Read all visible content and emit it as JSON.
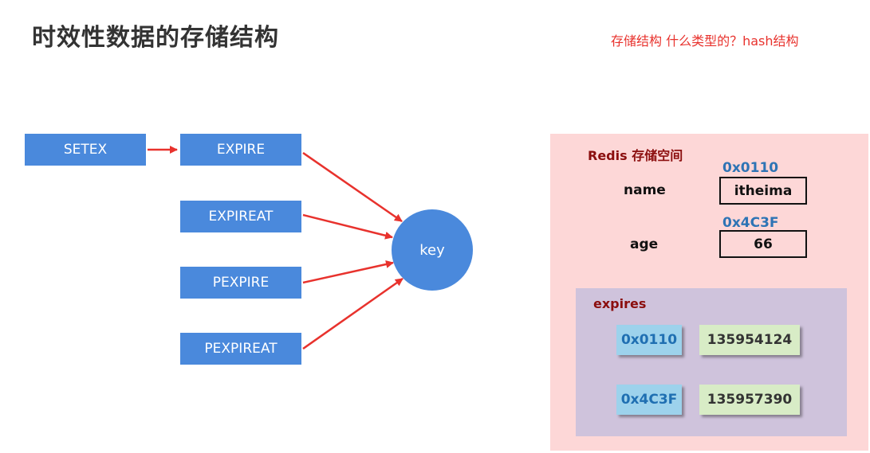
{
  "title": "时效性数据的存储结构",
  "note": "存储结构  什么类型的？hash结构",
  "commands": {
    "setex": "SETEX",
    "expire": "EXPIRE",
    "expireat": "EXPIREAT",
    "pexpire": "PEXPIRE",
    "pexpireat": "PEXPIREAT"
  },
  "key_label": "key",
  "redis": {
    "title": "Redis 存储空间",
    "entries": [
      {
        "field": "name",
        "address": "0x0110",
        "value": "itheima"
      },
      {
        "field": "age",
        "address": "0x4C3F",
        "value": "66"
      }
    ]
  },
  "expires": {
    "title": "expires",
    "rows": [
      {
        "address": "0x0110",
        "value": "135954124"
      },
      {
        "address": "0x4C3F",
        "value": "135957390"
      }
    ]
  },
  "colors": {
    "command_blue": "#4a89dc",
    "arrow_red": "#e8322d",
    "redis_bg": "#fdd7d7",
    "expires_bg": "#cfc3dc",
    "address_blue": "#2e74b5"
  }
}
